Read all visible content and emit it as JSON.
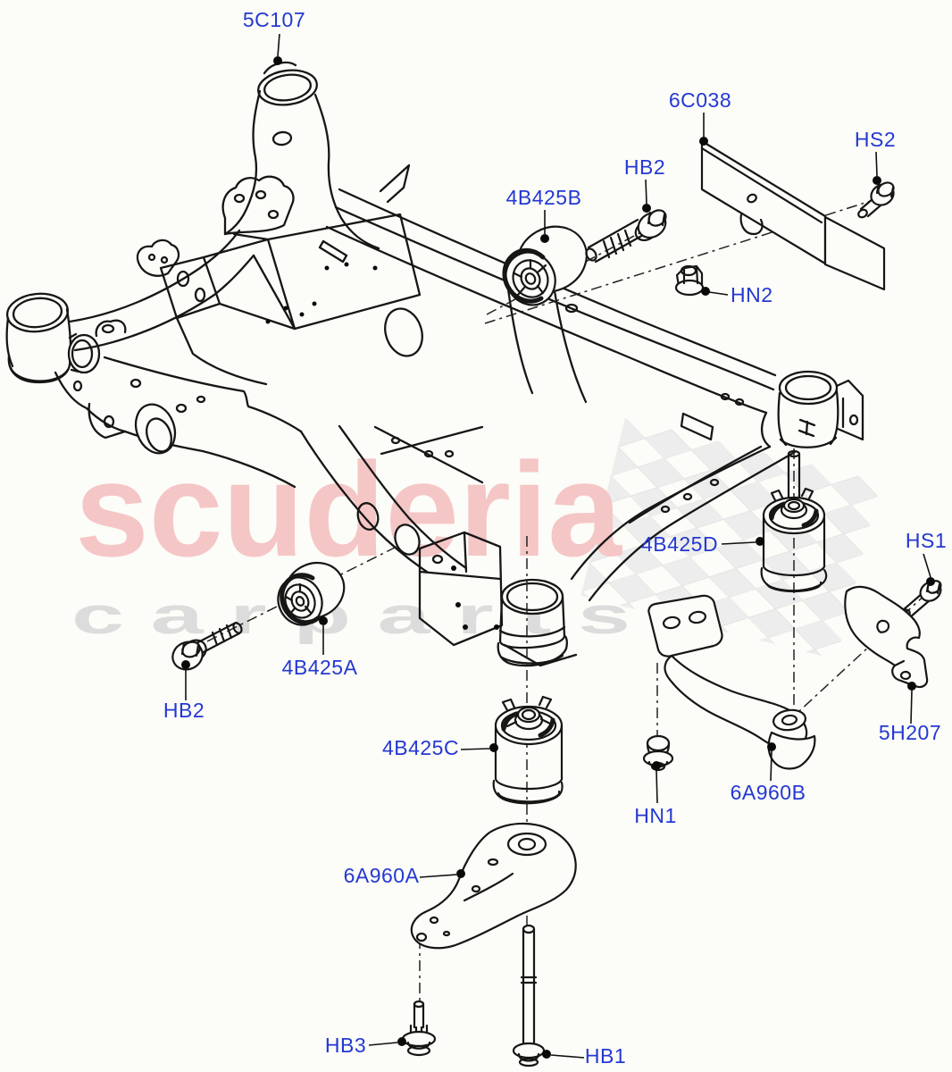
{
  "diagram": {
    "type": "exploded-parts-diagram",
    "subject": "rear-subframe-crossmember",
    "labels": [
      {
        "id": "5C107",
        "text": "5C107"
      },
      {
        "id": "6C038",
        "text": "6C038"
      },
      {
        "id": "HS2",
        "text": "HS2"
      },
      {
        "id": "HB2-upper",
        "text": "HB2"
      },
      {
        "id": "4B425B",
        "text": "4B425B"
      },
      {
        "id": "HN2",
        "text": "HN2"
      },
      {
        "id": "4B425D",
        "text": "4B425D"
      },
      {
        "id": "HS1",
        "text": "HS1"
      },
      {
        "id": "4B425A",
        "text": "4B425A"
      },
      {
        "id": "HB2-lower",
        "text": "HB2"
      },
      {
        "id": "4B425C",
        "text": "4B425C"
      },
      {
        "id": "HN1",
        "text": "HN1"
      },
      {
        "id": "6A960B",
        "text": "6A960B"
      },
      {
        "id": "5H207",
        "text": "5H207"
      },
      {
        "id": "6A960A",
        "text": "6A960A"
      },
      {
        "id": "HB3",
        "text": "HB3"
      },
      {
        "id": "HB1",
        "text": "HB1"
      }
    ],
    "colors": {
      "label_blue": "#2438d2",
      "line_black": "#161616",
      "watermark_red": "#f5c6c6",
      "watermark_gray": "#dcdcdc",
      "checker_gray": "#ececec",
      "background": "#fcfcf8"
    }
  },
  "watermark": {
    "brand": "scuderia",
    "subtitle_display": "c a r   p a r t s"
  }
}
